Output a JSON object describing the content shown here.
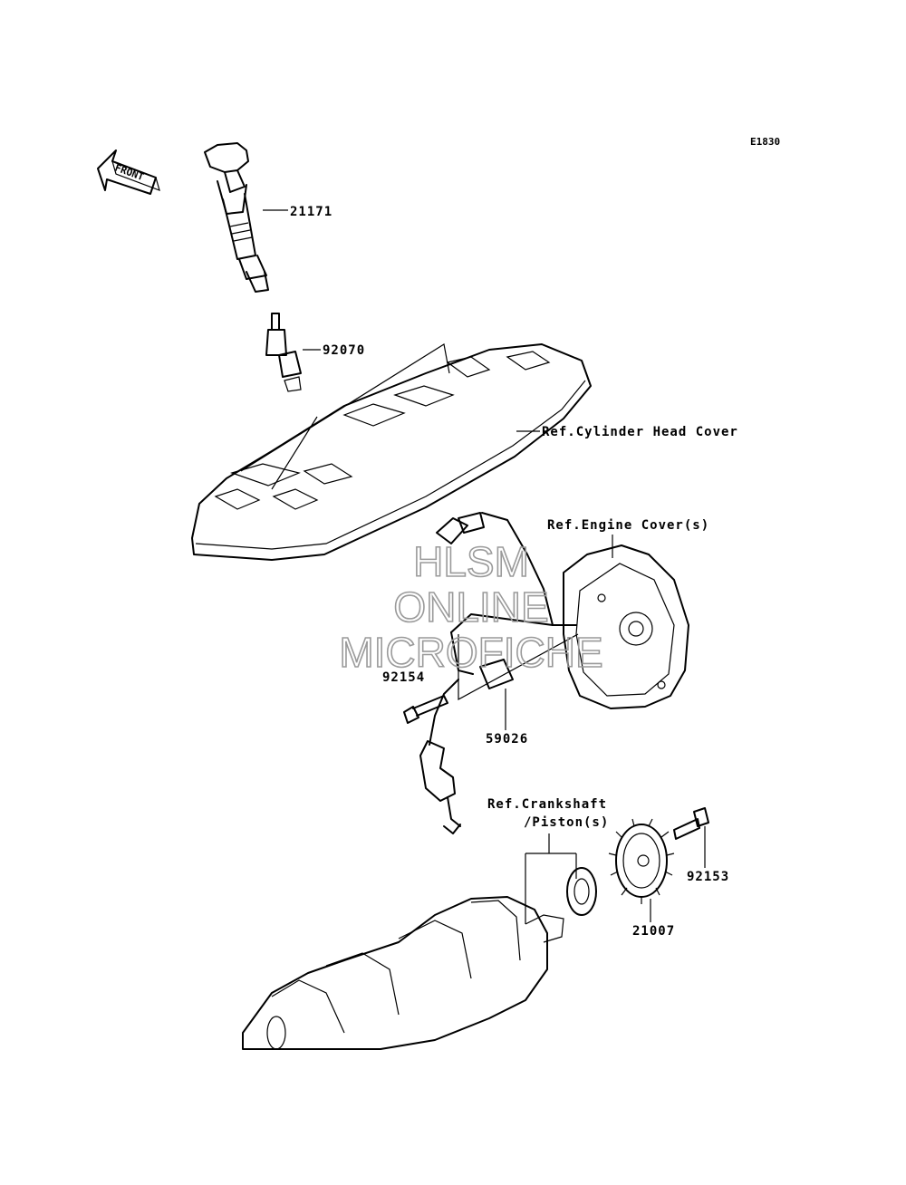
{
  "diagram_code": "E1830",
  "front_label": "FRONT",
  "watermark": [
    "HLSM",
    "ONLINE",
    "MICROFICHE"
  ],
  "parts": {
    "ignition_coil": "21171",
    "spark_plug": "92070",
    "bolt_upper": "92154",
    "pickup_coil": "59026",
    "bolt_lower": "92153",
    "timing_rotor": "21007"
  },
  "references": {
    "cylinder_head_cover": "Ref.Cylinder Head Cover",
    "engine_covers": "Ref.Engine Cover(s)",
    "crankshaft_line1": "Ref.Crankshaft",
    "crankshaft_line2": "/Piston(s)"
  }
}
